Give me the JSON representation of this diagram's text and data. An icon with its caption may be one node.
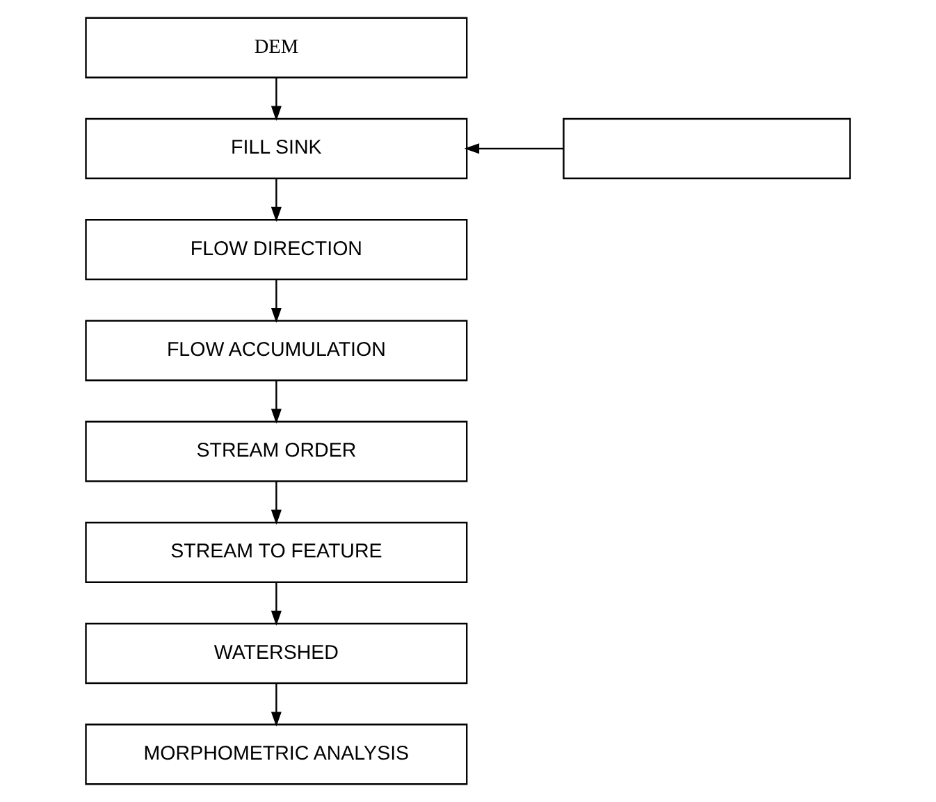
{
  "diagram": {
    "nodes": [
      {
        "text": [
          "DEM"
        ]
      },
      {
        "text": [],
        "shape": "box"
      },
      {
        "text": [
          "FILL SINK"
        ]
      },
      {
        "text": [
          "FLOW DIRECTION"
        ]
      },
      {
        "text": [
          "FLOW ACCUMULATION"
        ]
      },
      {
        "text": [
          "STREAM ORDER"
        ]
      },
      {
        "text": [
          "STREAM TO FEATURE"
        ]
      },
      {
        "text": [
          "WATERSHED"
        ]
      },
      {
        "text": [
          "MORPHOMETRIC ANALYSIS"
        ]
      }
    ],
    "edges": [
      {
        "from": 0,
        "to": 2,
        "arrow": "to"
      },
      {
        "from": 1,
        "to": 2,
        "arrow": "to"
      },
      {
        "from": 2,
        "to": 3,
        "arrow": "to"
      },
      {
        "from": 3,
        "to": 4,
        "arrow": "to"
      },
      {
        "from": 4,
        "to": 5,
        "arrow": "to"
      },
      {
        "from": 5,
        "to": 6,
        "arrow": "to"
      },
      {
        "from": 6,
        "to": 7,
        "arrow": "to"
      },
      {
        "from": 7,
        "to": 8,
        "arrow": "to"
      }
    ]
  }
}
